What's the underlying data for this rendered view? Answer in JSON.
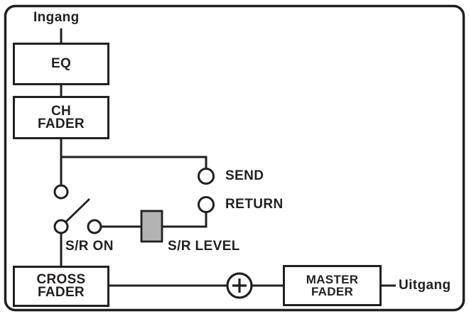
{
  "diagram": {
    "type": "audio-signal-flow",
    "labels": {
      "ingang": "Ingang",
      "send": "SEND",
      "return": "RETURN",
      "sr_on": "S/R ON",
      "sr_level": "S/R LEVEL",
      "uitgang": "Uitgang"
    },
    "blocks": {
      "eq": {
        "line1": "EQ"
      },
      "ch_fader": {
        "line1": "CH",
        "line2": "FADER"
      },
      "cross_fader": {
        "line1": "CROSS",
        "line2": "FADER"
      },
      "master_fader": {
        "line1": "MASTER",
        "line2": "FADER"
      }
    },
    "icons": {
      "sum_node": "plus-in-circle",
      "send_jack": "circle-terminal",
      "return_jack": "circle-terminal",
      "sr_on_switch": "open-switch",
      "sr_level_control": "gray-level-box"
    },
    "colors": {
      "ink": "#231f20",
      "background": "#ffffff",
      "level_box_fill": "#b3b3b3"
    }
  }
}
